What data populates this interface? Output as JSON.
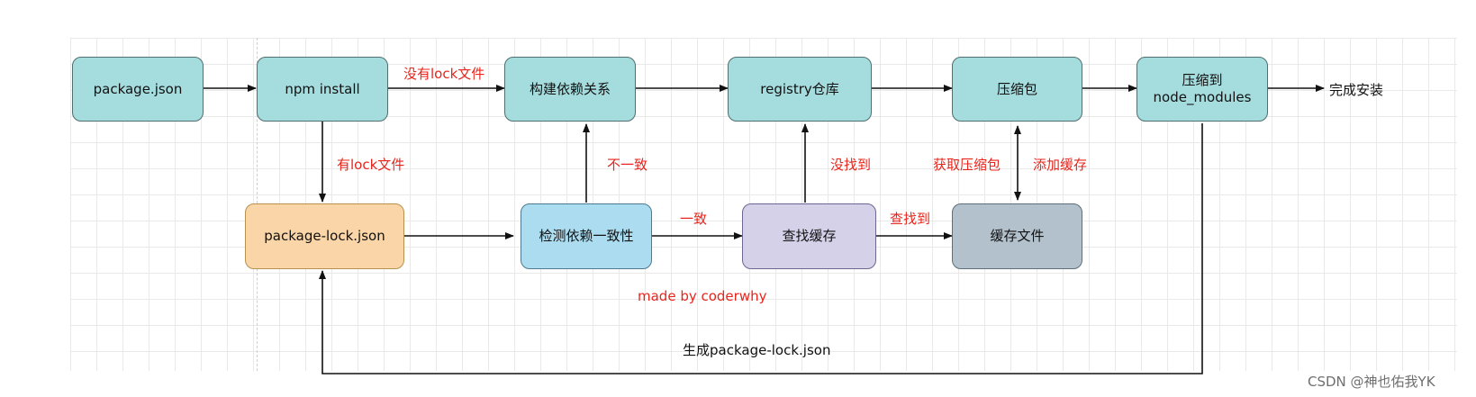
{
  "nodes": {
    "package_json": "package.json",
    "npm_install": "npm install",
    "build_deps": "构建依赖关系",
    "registry": "registry仓库",
    "compress": "压缩包",
    "extract_line1": "压缩到",
    "extract_line2": "node_modules",
    "package_lock": "package-lock.json",
    "check_consistency": "检测依赖一致性",
    "find_cache": "查找缓存",
    "cache_file": "缓存文件"
  },
  "labels": {
    "no_lock": "没有lock文件",
    "has_lock": "有lock文件",
    "inconsistent": "不一致",
    "consistent": "一致",
    "not_found": "没找到",
    "found": "查找到",
    "get_archive": "获取压缩包",
    "add_cache": "添加缓存",
    "done": "完成安装",
    "made_by": "made by coderwhy",
    "generate_lock": "生成package-lock.json"
  },
  "watermark": "CSDN @神也佑我YK",
  "colors": {
    "teal": "#a5dcde",
    "orange": "#f9d5a7",
    "blue": "#abdcef",
    "purple": "#d4d1e9",
    "gray": "#b2c1cb",
    "label_red": "#e8251c"
  }
}
